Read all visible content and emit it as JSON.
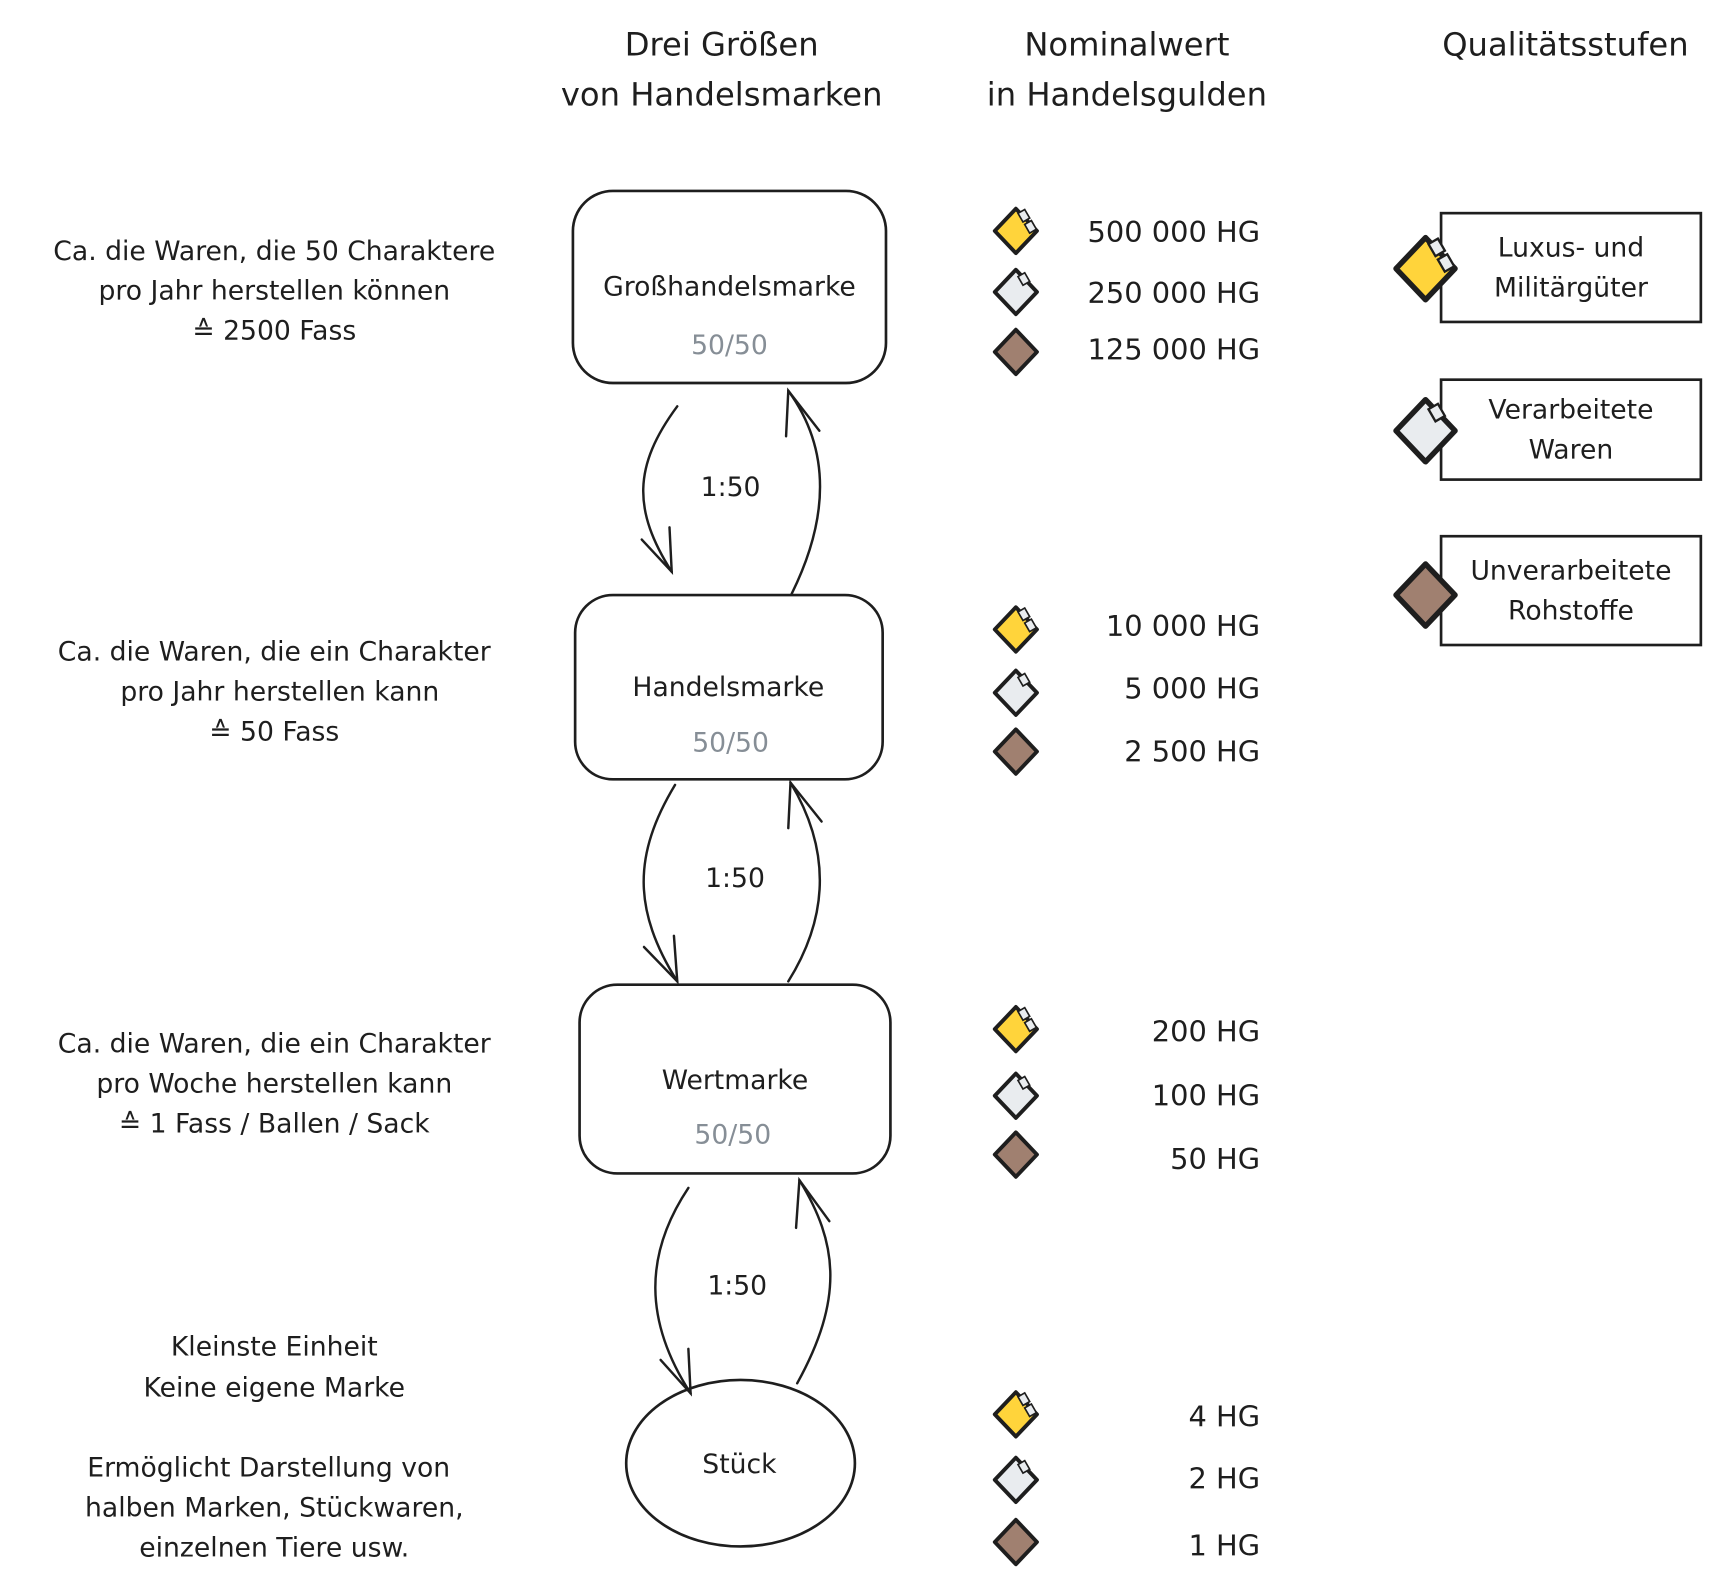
{
  "headers": {
    "sizes_line1": "Drei Größen",
    "sizes_line2": "von Handelsmarken",
    "value_line1": "Nominalwert",
    "value_line2": "in Handelsgulden",
    "quality": "Qualitätsstufen"
  },
  "colors": {
    "luxury": "#ffd43b",
    "processed": "#e9ecef",
    "raw": "#a08070"
  },
  "tiers": [
    {
      "name": "Großhandelsmarke",
      "ratio": "50/50",
      "desc": [
        "Ca. die Waren, die 50 Charaktere",
        "pro Jahr herstellen können",
        "≙ 2500 Fass"
      ],
      "values": [
        "500 000 HG",
        "250 000 HG",
        "125 000 HG"
      ]
    },
    {
      "name": "Handelsmarke",
      "ratio": "50/50",
      "desc": [
        "Ca. die Waren, die ein Charakter",
        "pro Jahr herstellen kann",
        "≙ 50 Fass"
      ],
      "values": [
        "10 000 HG",
        "5 000 HG",
        "2 500 HG"
      ]
    },
    {
      "name": "Wertmarke",
      "ratio": "50/50",
      "desc": [
        "Ca. die Waren, die ein Charakter",
        "pro Woche herstellen kann",
        "≙ 1 Fass / Ballen / Sack"
      ],
      "values": [
        "200 HG",
        "100 HG",
        "50 HG"
      ]
    },
    {
      "name": "Stück",
      "desc": [
        "Kleinste Einheit",
        "Keine eigene Marke",
        "Ermöglicht Darstellung von",
        "halben Marken, Stückwaren,",
        "einzelnen Tiere usw."
      ],
      "values": [
        "4 HG",
        "2 HG",
        "1 HG"
      ]
    }
  ],
  "exchange": [
    "1:50",
    "1:50",
    "1:50"
  ],
  "quality_levels": [
    {
      "line1": "Luxus- und",
      "line2": "Militärgüter"
    },
    {
      "line1": "Verarbeitete",
      "line2": "Waren"
    },
    {
      "line1": "Unverarbeitete",
      "line2": "Rohstoffe"
    }
  ]
}
